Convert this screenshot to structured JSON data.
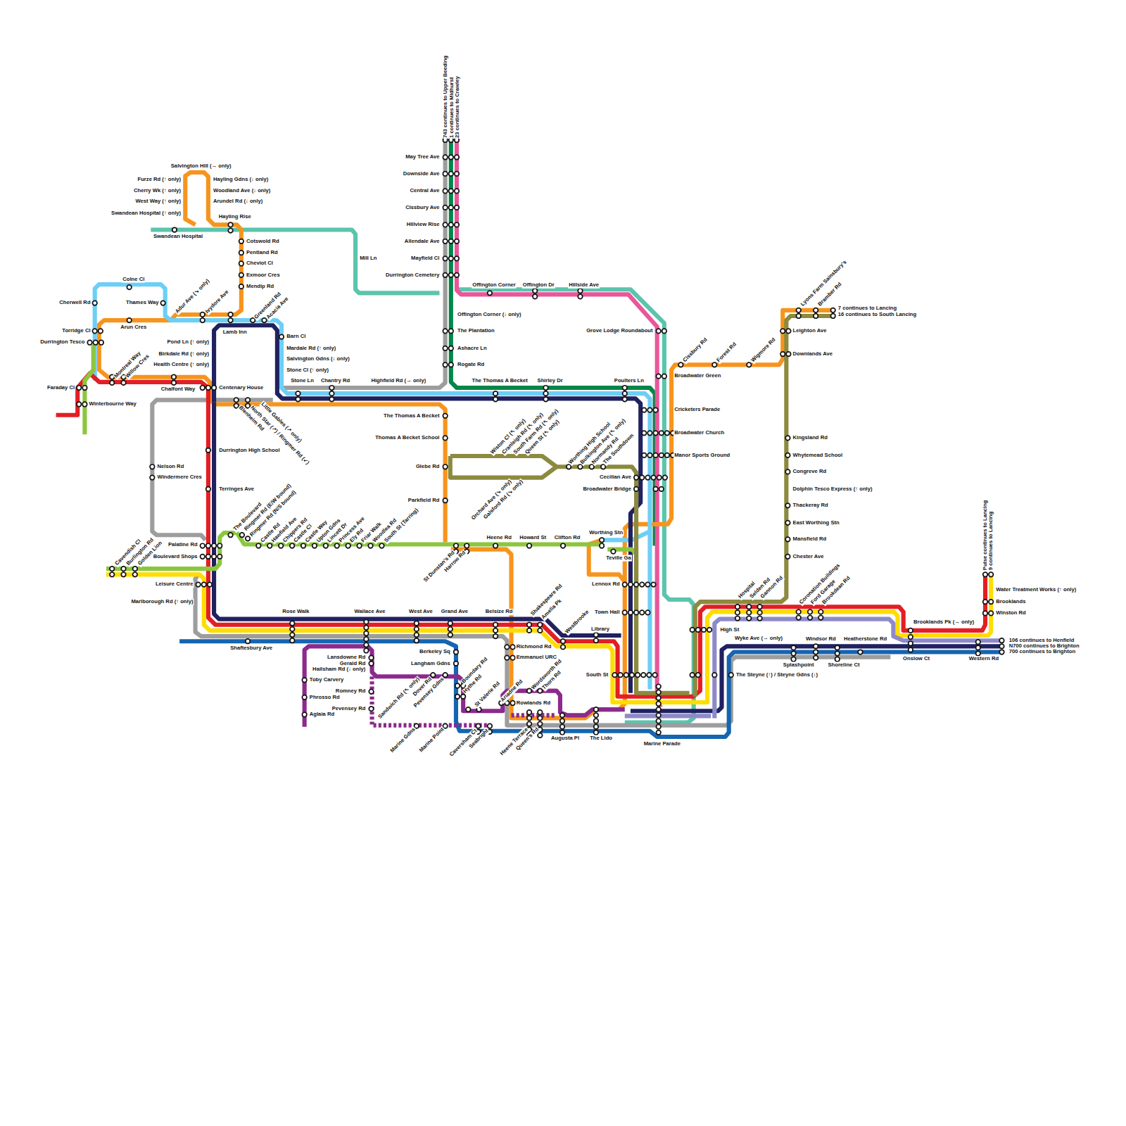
{
  "diagram": {
    "labels": [
      "743 continues to Upper Beeding",
      "1 continues to Midhurst",
      "23 continues to Crawley",
      "May Tree Ave",
      "Downside Ave",
      "Central Ave",
      "Cissbury Ave",
      "Hillview Rise",
      "Allendale Ave",
      "Mayfield Cl",
      "Durrington Cemetery",
      "Offington Corner (↓ only)",
      "The Plantation",
      "Ashacre Ln",
      "Rogate Rd",
      "Offington Corner",
      "Offington Dr",
      "Hillside Ave",
      "Grove Lodge Roundabout",
      "Cissbury Rd",
      "Forest Rd",
      "Wigmore Rd",
      "Lyons Farm Sainsbury's",
      "Bramber Rd",
      "7 continues to Lancing",
      "16 continues to South Lancing",
      "Leighton Ave",
      "Downlands Ave",
      "Broadwater Green",
      "Cricketers Parade",
      "Broadwater Church",
      "Manor Sports Ground",
      "Cecilian Ave",
      "Broadwater Bridge",
      "Kingsland Rd",
      "Whytemead School",
      "Congreve Rd",
      "Dolphin Tesco Express (↑ only)",
      "Thackeray Rd",
      "East Worthing Stn",
      "Mansfield Rd",
      "Chester Ave",
      "Pulse continues to Lancing",
      "9 continues to Lancing",
      "Water Treatment Works (↑ only)",
      "Brooklands",
      "Winston Rd",
      "Brooklands Pk (→ only)",
      "106 continues to Henfield",
      "N700 continues to Brighton",
      "700 continues to Brighton",
      "Hospital",
      "Selden Rd",
      "Gannon Rd",
      "Coronation Buildings",
      "Ford Garage",
      "Brookdean Rd",
      "High St",
      "Wyke Ave (→ only)",
      "Windsor Rd",
      "Heatherstone Rd",
      "Splashpoint",
      "Shoreline Ct",
      "Onslow Ct",
      "Western Rd",
      "The Steyne (↑) / Steyne Gdns (↓)",
      "Marine Parade",
      "Worthing Stn",
      "Teville Ga",
      "Lennox Rd",
      "Town Hall",
      "Library",
      "South St",
      "The Lido",
      "Augusta Pl",
      "Westbrooke",
      "Shakespeare Rd",
      "Amelia Pk",
      "Richmond Rd",
      "Emmanuel URC",
      "Wordsworth Rd",
      "Thorn Rd",
      "Rowlands Rd",
      "Heene Terrace",
      "Queen's Rd",
      "Boundary Rd",
      "Hythe Rd",
      "St Valerie Rd",
      "Ariadne Rd",
      "Berkeley Sq",
      "Langham Gdns",
      "Sandwich Rd (↖ only)",
      "Dover Rd",
      "Pevensey Gdns",
      "Caversham Ct",
      "Seabright",
      "Marine Gdns",
      "Marine Point",
      "Lansdowne Rd",
      "Gerald Rd",
      "Hailsham Rd (↓ only)",
      "Romney Rd",
      "Pevensey Rd",
      "Toby Carvery",
      "Phrosso Rd",
      "Aglaia Rd",
      "Rose Walk",
      "Wallace Ave",
      "West Ave",
      "Grand Ave",
      "Belsize Rd",
      "Shaftesbury Ave",
      "Heene Rd",
      "Howard St",
      "Clifton Rd",
      "St Dunstan's Rd",
      "Harrow Rd",
      "The Thomas A Becket",
      "Thomas A Becket School",
      "Glebe Rd",
      "Parkfield Rd",
      "Wiston Cl (↖ only)",
      "Cranleigh Rd (↖ only)",
      "South Farm Rd (↖ only)",
      "Queen St (↖ only)",
      "Orchard Ave (↘ only)",
      "Galsford Rd (↘ only)",
      "Worthing High School",
      "Bulkington Ave (↖ only)",
      "Normandy Rd",
      "The Southdown",
      "The Thomas A Becket",
      "Shirley Dr",
      "Poulters Ln",
      "Highfield Rd (→ only)",
      "Chantry Rd",
      "Stone Ln",
      "Barn Cl",
      "Mardale Rd (↑ only)",
      "Salvington Gdns (↓ only)",
      "Stone Cl (↑ only)",
      "Pond Ln (↑ only)",
      "Birkdale Rd (↑ only)",
      "Health Centre (↑ only)",
      "Lamb Inn",
      "Greenland Rd",
      "Acacia Ave",
      "Adur Ave (↘ only)",
      "Ivydore Ave",
      "Cotswold Rd",
      "Pentland Rd",
      "Cheviot Cl",
      "Exmoor Cres",
      "Mendip Rd",
      "Hayling Rise",
      "Swandean Hospital",
      "Salvington Hill (→ only)",
      "Furze Rd (↑ only)",
      "Cherry Wk (↑ only)",
      "West Way (↑ only)",
      "Swandean Hospital (↑ only)",
      "Hayling Gdns (↓ only)",
      "Woodland Ave (↓ only)",
      "Arundel Rd (↓ only)",
      "Mill Ln",
      "Colne Cl",
      "Cherwell Rd",
      "Thames Way",
      "Arun Cres",
      "Torridge Cl",
      "Durrington Tesco",
      "Faraday Cl",
      "Winterbourne Way",
      "Montreal Way",
      "Willow Cres",
      "Chalfont Way",
      "Centenary House",
      "Blenheim Rd",
      "North Star (↗) / Ringmer Rd (↙)",
      "Little Gables (↗ only)",
      "Durrington High School",
      "Terringes Ave",
      "Nelson Rd",
      "Windermere Cres",
      "The Boulevard",
      "Ringmer Rd (E/W bound)",
      "Ringmer Rd (N/S bound)",
      "Castle Rd",
      "Hawfield Ave",
      "Chippers Rd",
      "Castle Cl",
      "Castle Way",
      "Upton Gdns",
      "Lincett Dr",
      "Princess Ave",
      "Ely Rd",
      "Friar Walk",
      "Woodlea Rd",
      "South St (Tarring)",
      "Palatine Rd",
      "Boulevard Shops",
      "Leisure Centre",
      "Marlborough Rd (↑ only)",
      "Cavendish Cl",
      "Burlington Rd",
      "Golden Lion"
    ]
  }
}
